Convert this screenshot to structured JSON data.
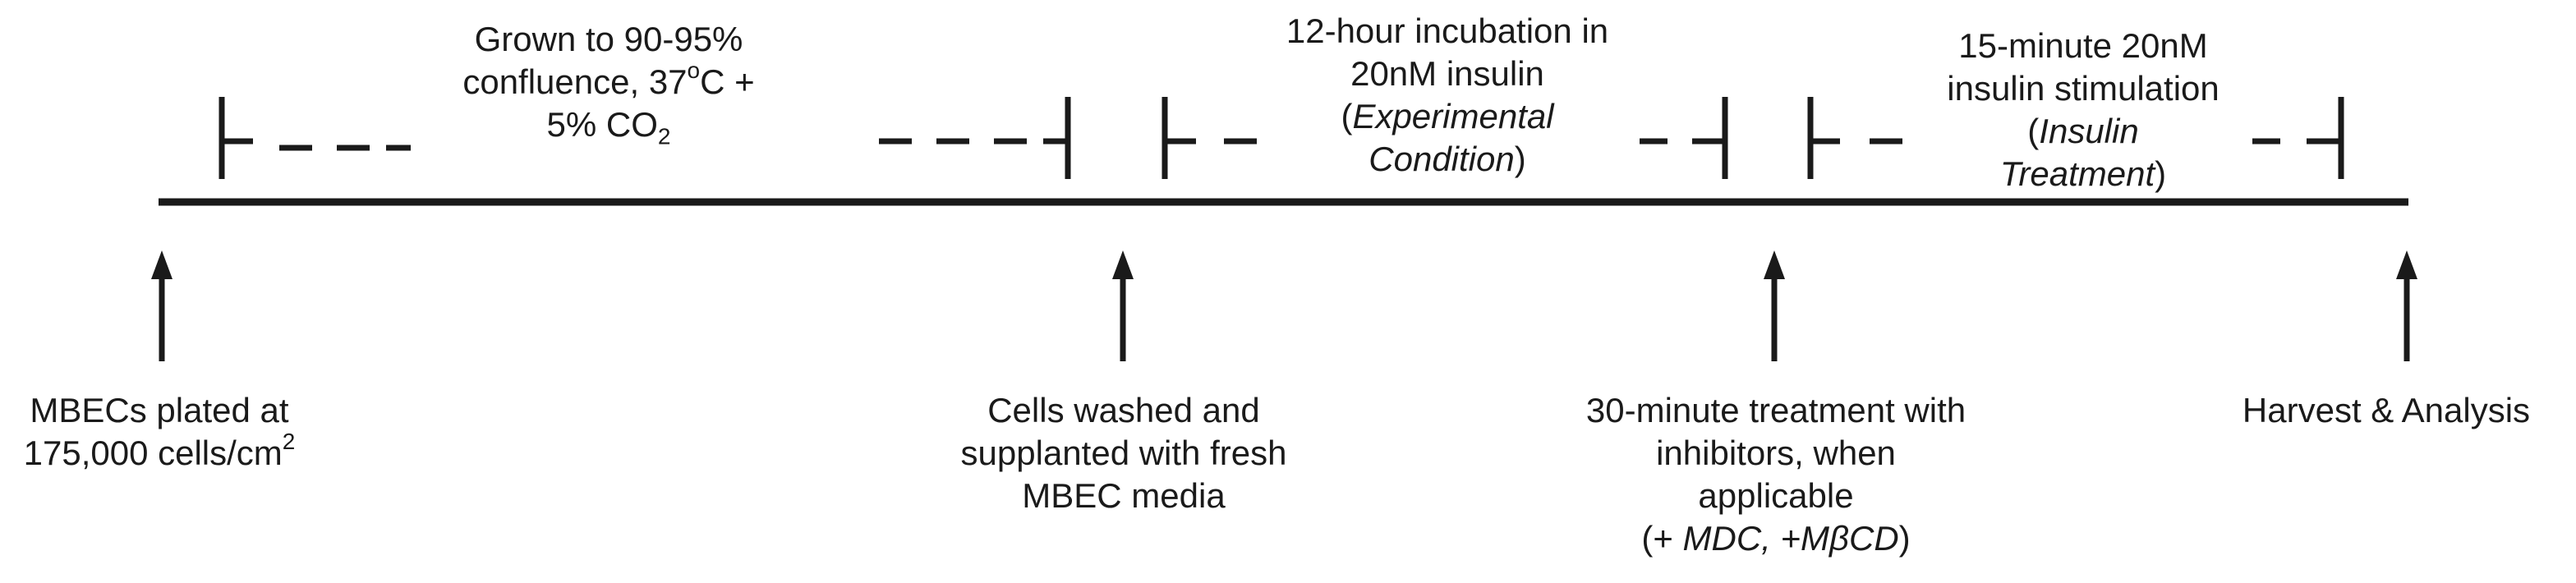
{
  "timeline": {
    "phases": [
      {
        "id": "growth",
        "line1": "Grown to 90-95%",
        "line2": "confluence, 37",
        "line2_sup": "o",
        "line2_tail": "C +",
        "line3": "5% CO",
        "line3_sub": "2"
      },
      {
        "id": "incubation",
        "line1": "12-hour incubation in",
        "line2": "20nM insulin",
        "line3_open": "(",
        "line3_italic": "Experimental",
        "line4_italic": "Condition",
        "line4_close": ")"
      },
      {
        "id": "stimulation",
        "line1": "15-minute 20nM",
        "line2": "insulin stimulation",
        "line3_open": "(",
        "line3_italic": "Insulin",
        "line4_italic": "Treatment",
        "line4_close": ")"
      }
    ],
    "events": [
      {
        "id": "plating",
        "line1": "MBECs plated at",
        "line2": "175,000 cells/cm",
        "line2_sup": "2"
      },
      {
        "id": "wash",
        "line1": "Cells washed and",
        "line2": "supplanted with fresh",
        "line3": "MBEC media"
      },
      {
        "id": "inhibitors",
        "line1": "30-minute treatment with",
        "line2": "inhibitors, when",
        "line3": "applicable",
        "line4_open": "(+ ",
        "line4_italic": "MDC, +MβCD",
        "line4_close": ")"
      },
      {
        "id": "harvest",
        "line1": "Harvest & Analysis"
      }
    ]
  },
  "colors": {
    "line": "#1a1a1a",
    "text": "#1a1a1a",
    "background": "#ffffff"
  }
}
